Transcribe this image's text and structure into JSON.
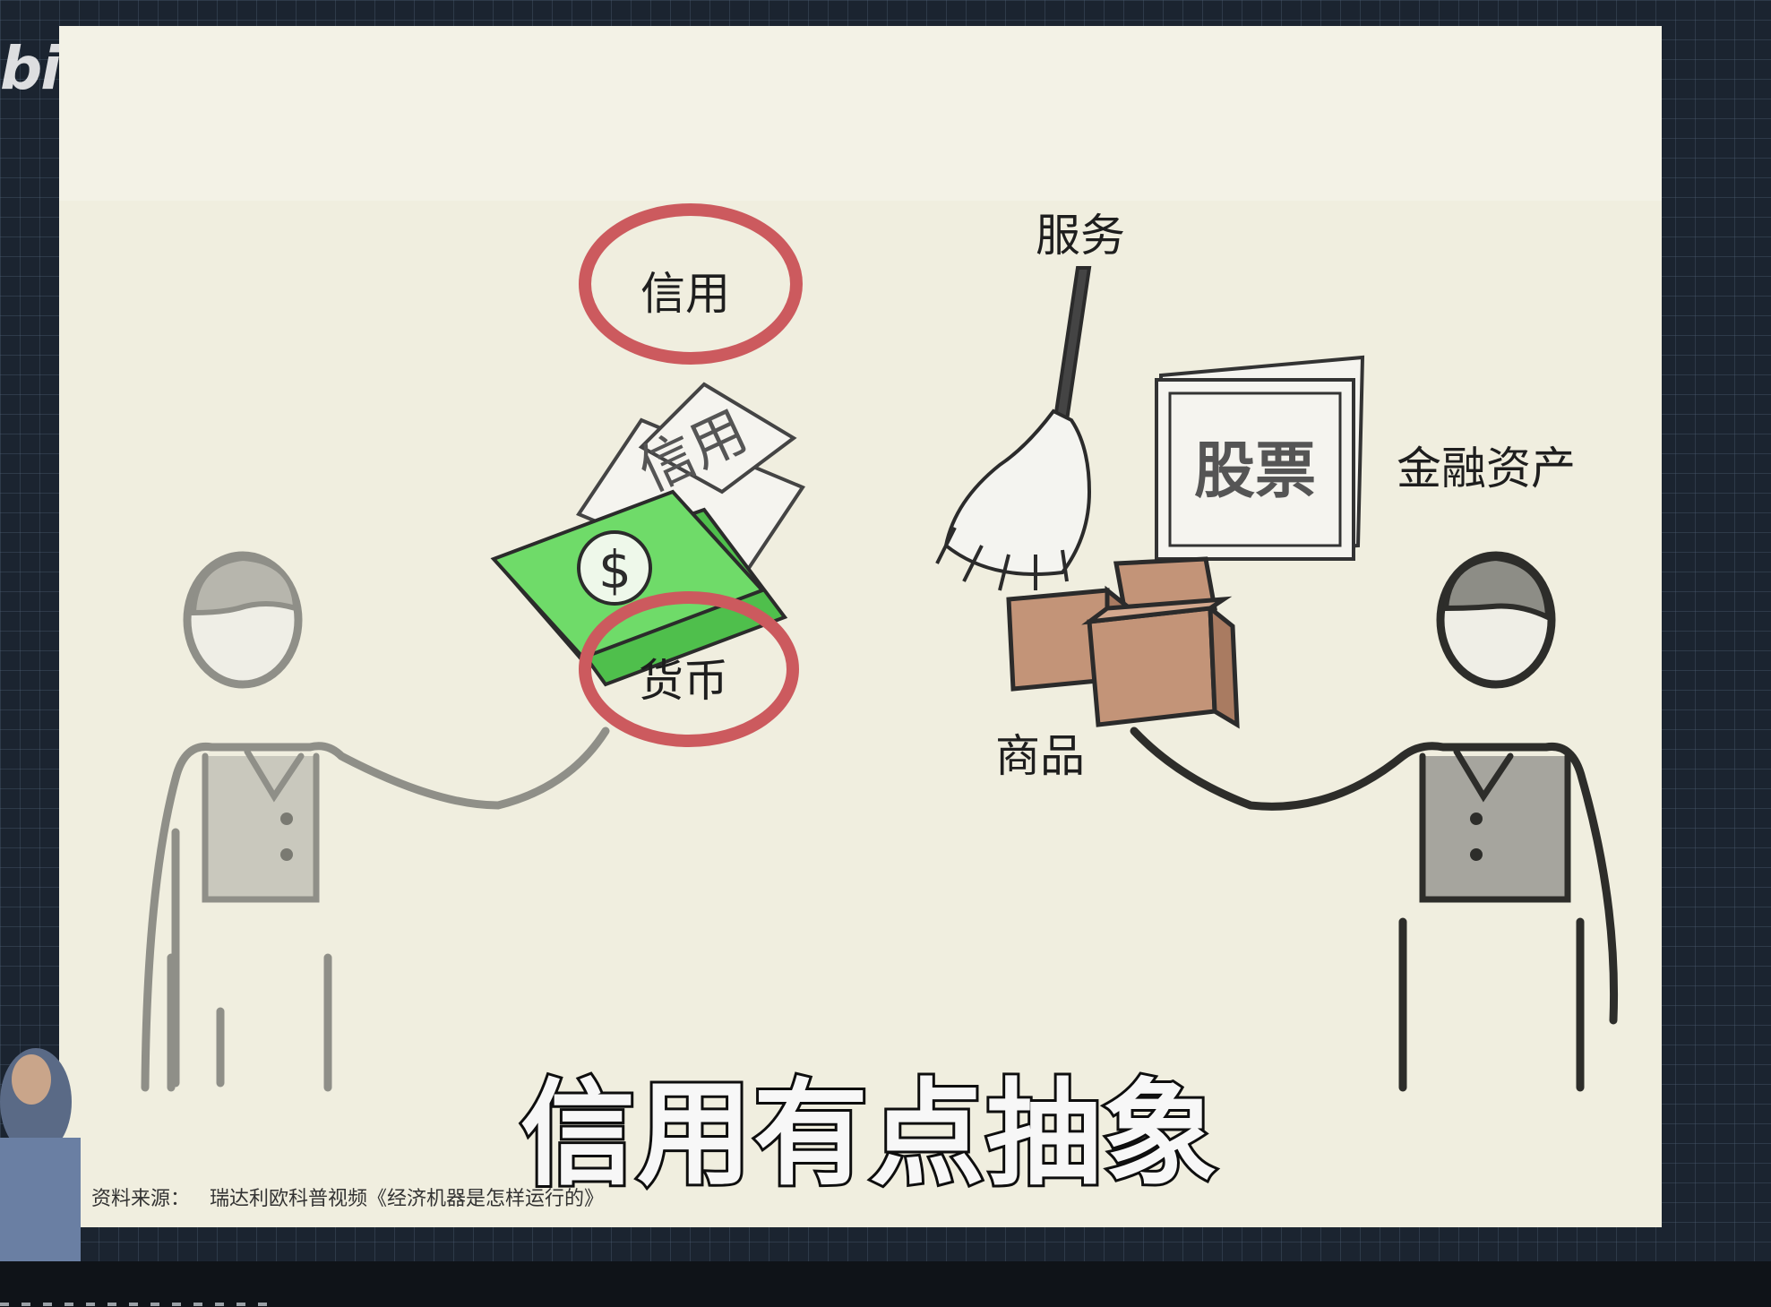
{
  "logo": {
    "text": "bili",
    "shadow_text": "bili"
  },
  "labels": {
    "credit": "信用",
    "money": "货币",
    "service": "服务",
    "goods": "商品",
    "financial_assets": "金融资产",
    "stock_certificate": "股票",
    "credit_document": "信用"
  },
  "subtitle": "信用有点抽象",
  "source": {
    "label": "资料来源：",
    "text": "瑞达利欧科普视频《经济机器是怎样运行的》"
  },
  "colors": {
    "circle": "#cc5a5e",
    "money": "#5fcf5b",
    "box": "#c39478",
    "paper": "#f0eedf"
  }
}
